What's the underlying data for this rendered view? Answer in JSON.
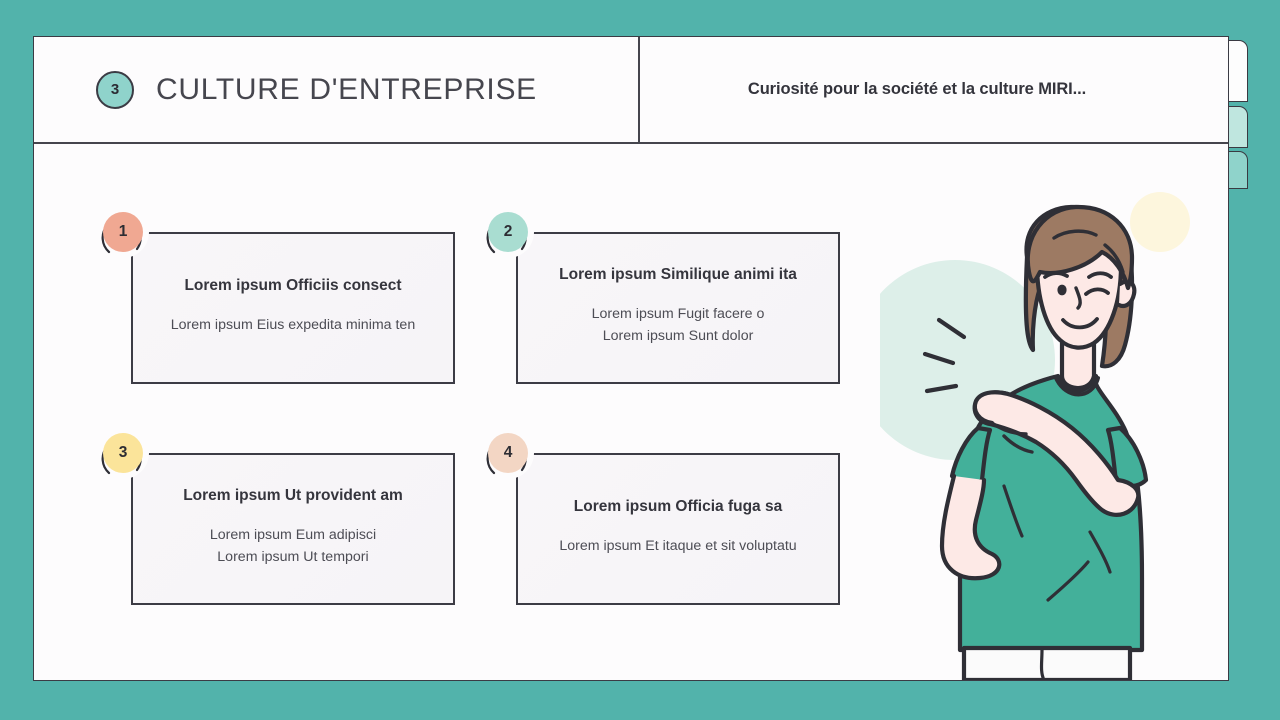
{
  "theme": {
    "background_teal": "#52b3ab",
    "slide_background": "#fdfcfd",
    "accent_mint": "#8fd3cb",
    "ink": "#3b3b44"
  },
  "edge_tabs": [
    {
      "name": "tab-white",
      "color": "#fdfdfd"
    },
    {
      "name": "tab-mint-light",
      "color": "#bfe6df"
    },
    {
      "name": "tab-mint",
      "color": "#8fd3cb"
    }
  ],
  "header": {
    "step_number": "3",
    "title": "CULTURE D'ENTREPRISE",
    "subtitle": "Curiosité pour la société et la culture MIRI..."
  },
  "cards": [
    {
      "number": "1",
      "badge_color": "#f0a892",
      "title": "Lorem ipsum Officiis consect",
      "desc_line1": "Lorem ipsum Eius expedita minima ten",
      "desc_line2": ""
    },
    {
      "number": "2",
      "badge_color": "#a9ddd1",
      "title": "Lorem ipsum Similique animi ita",
      "desc_line1": "Lorem ipsum Fugit facere o",
      "desc_line2": "Lorem ipsum Sunt dolor"
    },
    {
      "number": "3",
      "badge_color": "#fbe49a",
      "title": "Lorem ipsum Ut provident am",
      "desc_line1": "Lorem ipsum Eum adipisci",
      "desc_line2": "Lorem ipsum Ut tempori"
    },
    {
      "number": "4",
      "badge_color": "#f3d6c4",
      "title": "Lorem ipsum Officia fuga sa",
      "desc_line1": "Lorem ipsum Et itaque et sit voluptatu",
      "desc_line2": ""
    }
  ],
  "illustration": {
    "name": "woman-pointing-illustration",
    "shirt_color": "#43b09a",
    "skin_color": "#fde9e6",
    "hair_color": "#9d7a63",
    "mint_blob_color": "#ddefe9",
    "yellow_blob_color": "#fdf6dd",
    "pants_color": "#fbfbfb"
  }
}
